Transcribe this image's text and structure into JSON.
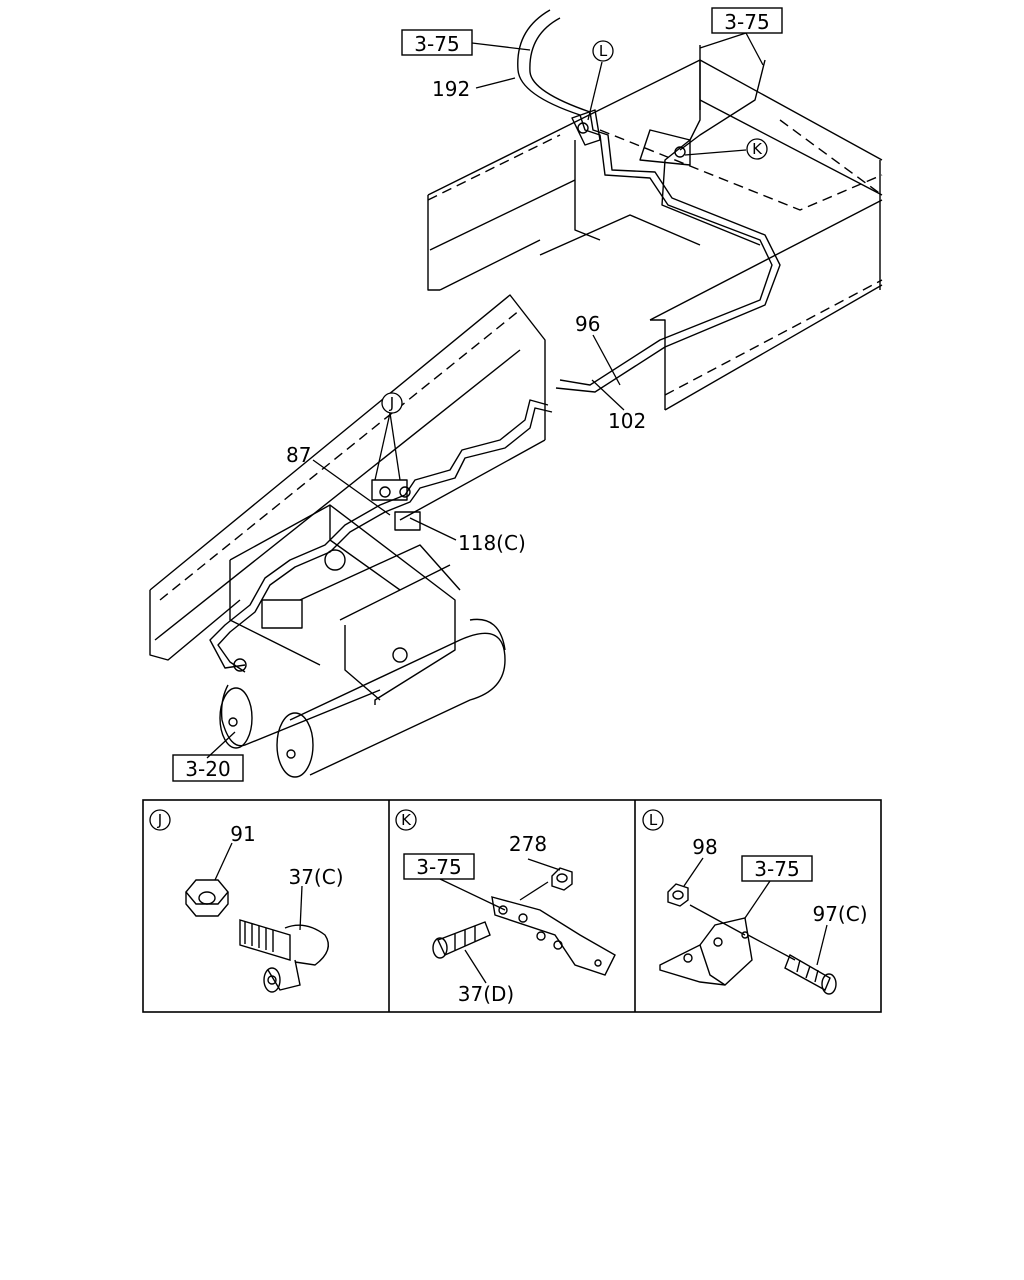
{
  "main_labels": {
    "ref_left": "3-75",
    "ref_right": "3-75",
    "part_192": "192",
    "circle_l": "L",
    "circle_k": "K",
    "part_96": "96",
    "part_102": "102",
    "circle_j": "J",
    "part_87": "87",
    "part_118c": "118(C)",
    "ref_bottom": "3-20"
  },
  "details": [
    {
      "id": "J",
      "parts": [
        "91",
        "37(C)"
      ]
    },
    {
      "id": "K",
      "ref": "3-75",
      "parts": [
        "278",
        "37(D)"
      ]
    },
    {
      "id": "L",
      "ref": "3-75",
      "parts": [
        "98",
        "97(C)"
      ]
    }
  ]
}
